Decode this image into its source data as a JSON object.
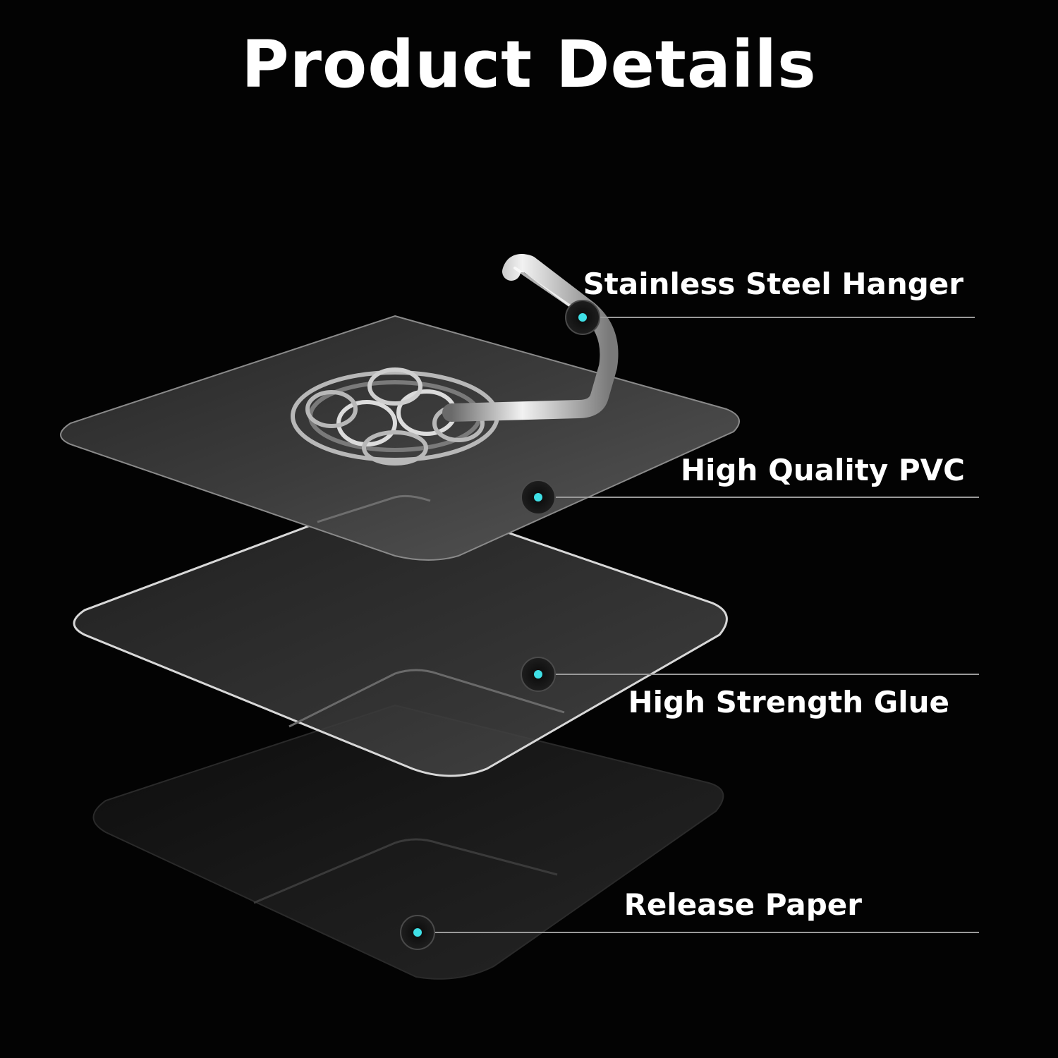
{
  "title": "Product Details",
  "colors": {
    "background": "#030303",
    "marker": "#3fe0e6",
    "text": "#ffffff",
    "leader_line": "#9a9a9a"
  },
  "layers": [
    {
      "id": "hanger",
      "label": "Stainless Steel Hanger"
    },
    {
      "id": "pvc",
      "label": "High Quality PVC"
    },
    {
      "id": "glue",
      "label": "High Strength Glue"
    },
    {
      "id": "paper",
      "label": "Release Paper"
    }
  ]
}
